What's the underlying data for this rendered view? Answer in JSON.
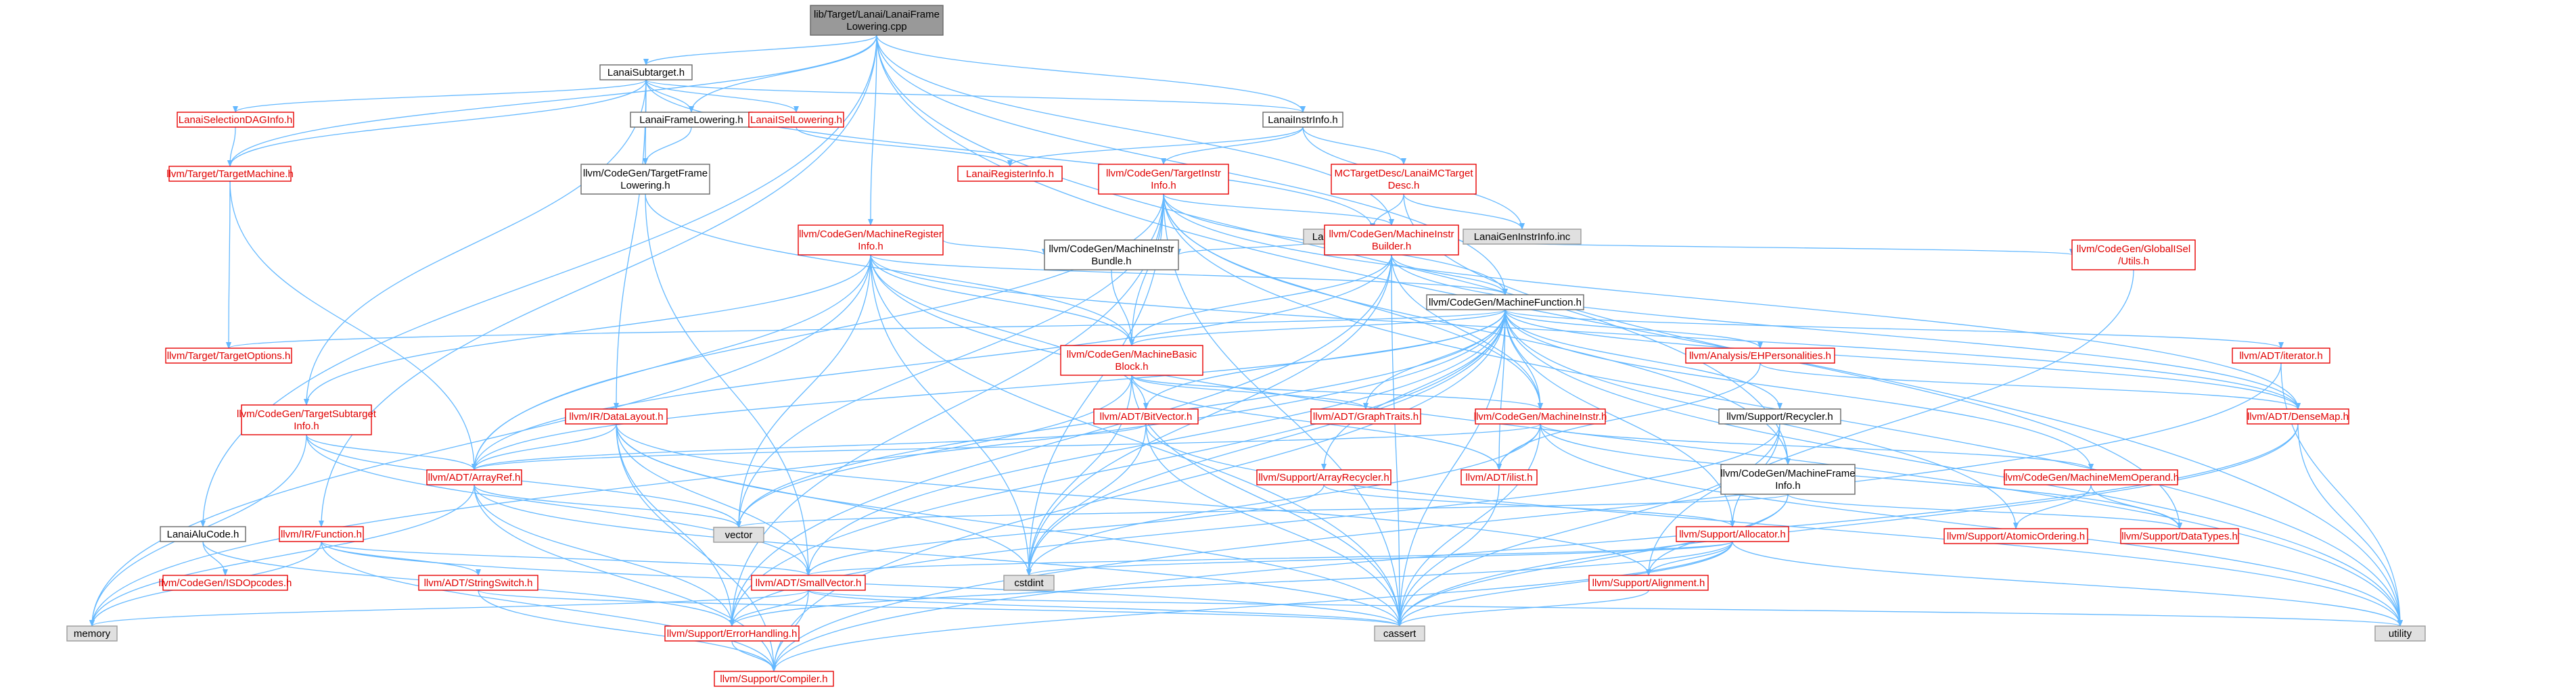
{
  "colors": {
    "edge": "#63b8ff",
    "edge_dark": "#4d4d4d",
    "red_border": "#e60000",
    "gray_fill": "#e0e0e0",
    "root_fill": "#999999"
  },
  "nodes": [
    {
      "id": "root",
      "style": "root",
      "lines": [
        "lib/Target/Lanai/LanaiFrame",
        "Lowering.cpp"
      ]
    },
    {
      "id": "subtarget",
      "style": "black",
      "lines": [
        "LanaiSubtarget.h"
      ]
    },
    {
      "id": "instrinfo",
      "style": "black",
      "lines": [
        "LanaiInstrInfo.h"
      ]
    },
    {
      "id": "framelowering_h",
      "style": "black",
      "lines": [
        "LanaiFrameLowering.h"
      ]
    },
    {
      "id": "selldaginfo",
      "style": "red",
      "lines": [
        "LanaiSelectionDAGInfo.h"
      ]
    },
    {
      "id": "isellowering",
      "style": "red",
      "lines": [
        "LanaiISelLowering.h"
      ]
    },
    {
      "id": "targetmachine",
      "style": "red",
      "lines": [
        "llvm/Target/TargetMachine.h"
      ]
    },
    {
      "id": "tgtframelowering",
      "style": "black",
      "lines": [
        "llvm/CodeGen/TargetFrame",
        "Lowering.h"
      ]
    },
    {
      "id": "reginfo",
      "style": "red",
      "lines": [
        "LanaiRegisterInfo.h"
      ]
    },
    {
      "id": "tgtinstrinfo",
      "style": "red",
      "lines": [
        "llvm/CodeGen/TargetInstr",
        "Info.h"
      ]
    },
    {
      "id": "mctargetdesc",
      "style": "red",
      "lines": [
        "MCTargetDesc/LanaiMCTarget",
        "Desc.h"
      ]
    },
    {
      "id": "gensubtgt",
      "style": "gray",
      "lines": [
        "LanaiGenSubtargetInfo.inc"
      ]
    },
    {
      "id": "geninstr",
      "style": "gray",
      "lines": [
        "LanaiGenInstrInfo.inc"
      ]
    },
    {
      "id": "mreginfo",
      "style": "red",
      "lines": [
        "llvm/CodeGen/MachineRegister",
        "Info.h"
      ]
    },
    {
      "id": "minstrbuilder",
      "style": "red",
      "lines": [
        "llvm/CodeGen/MachineInstr",
        "Builder.h"
      ]
    },
    {
      "id": "globalisel",
      "style": "red",
      "lines": [
        "llvm/CodeGen/GlobalISel",
        "/Utils.h"
      ]
    },
    {
      "id": "minstrbundle",
      "style": "black",
      "lines": [
        "llvm/CodeGen/MachineInstr",
        "Bundle.h"
      ]
    },
    {
      "id": "mfunction",
      "style": "black",
      "lines": [
        "llvm/CodeGen/MachineFunction.h"
      ]
    },
    {
      "id": "targetoptions",
      "style": "red",
      "lines": [
        "llvm/Target/TargetOptions.h"
      ]
    },
    {
      "id": "mbasicblock",
      "style": "red",
      "lines": [
        "llvm/CodeGen/MachineBasic",
        "Block.h"
      ]
    },
    {
      "id": "ehpersonalities",
      "style": "red",
      "lines": [
        "llvm/Analysis/EHPersonalities.h"
      ]
    },
    {
      "id": "adtiterator",
      "style": "red",
      "lines": [
        "llvm/ADT/iterator.h"
      ]
    },
    {
      "id": "tgtsubtgtinfo",
      "style": "red",
      "lines": [
        "llvm/CodeGen/TargetSubtarget",
        "Info.h"
      ]
    },
    {
      "id": "datalayout",
      "style": "red",
      "lines": [
        "llvm/IR/DataLayout.h"
      ]
    },
    {
      "id": "bitvector",
      "style": "red",
      "lines": [
        "llvm/ADT/BitVector.h"
      ]
    },
    {
      "id": "graphtraits",
      "style": "red",
      "lines": [
        "llvm/ADT/GraphTraits.h"
      ]
    },
    {
      "id": "minstr",
      "style": "red",
      "lines": [
        "llvm/CodeGen/MachineInstr.h"
      ]
    },
    {
      "id": "recycler",
      "style": "black",
      "lines": [
        "llvm/Support/Recycler.h"
      ]
    },
    {
      "id": "densemap",
      "style": "red",
      "lines": [
        "llvm/ADT/DenseMap.h"
      ]
    },
    {
      "id": "arrayref",
      "style": "red",
      "lines": [
        "llvm/ADT/ArrayRef.h"
      ]
    },
    {
      "id": "ilist",
      "style": "red",
      "lines": [
        "llvm/ADT/ilist.h"
      ]
    },
    {
      "id": "arrayrecycler",
      "style": "red",
      "lines": [
        "llvm/Support/ArrayRecycler.h"
      ]
    },
    {
      "id": "mframeinfo",
      "style": "black",
      "lines": [
        "llvm/CodeGen/MachineFrame",
        "Info.h"
      ]
    },
    {
      "id": "mmemoperand",
      "style": "red",
      "lines": [
        "llvm/CodeGen/MachineMemOperand.h"
      ]
    },
    {
      "id": "vector",
      "style": "gray",
      "lines": [
        "vector"
      ]
    },
    {
      "id": "aluecode",
      "style": "black",
      "lines": [
        "LanaiAluCode.h"
      ]
    },
    {
      "id": "irfunction",
      "style": "red",
      "lines": [
        "llvm/IR/Function.h"
      ]
    },
    {
      "id": "allocator",
      "style": "red",
      "lines": [
        "llvm/Support/Allocator.h"
      ]
    },
    {
      "id": "atomicordering",
      "style": "red",
      "lines": [
        "llvm/Support/AtomicOrdering.h"
      ]
    },
    {
      "id": "datatypes",
      "style": "red",
      "lines": [
        "llvm/Support/DataTypes.h"
      ]
    },
    {
      "id": "isdopcodes",
      "style": "red",
      "lines": [
        "llvm/CodeGen/ISDOpcodes.h"
      ]
    },
    {
      "id": "stringswitch",
      "style": "red",
      "lines": [
        "llvm/ADT/StringSwitch.h"
      ]
    },
    {
      "id": "smallvector",
      "style": "red",
      "lines": [
        "llvm/ADT/SmallVector.h"
      ]
    },
    {
      "id": "cstdint",
      "style": "gray",
      "lines": [
        "cstdint"
      ]
    },
    {
      "id": "alignment",
      "style": "red",
      "lines": [
        "llvm/Support/Alignment.h"
      ]
    },
    {
      "id": "memory",
      "style": "gray",
      "lines": [
        "memory"
      ]
    },
    {
      "id": "errorhandling",
      "style": "red",
      "lines": [
        "llvm/Support/ErrorHandling.h"
      ]
    },
    {
      "id": "cassert",
      "style": "gray",
      "lines": [
        "cassert"
      ]
    },
    {
      "id": "utility",
      "style": "gray",
      "lines": [
        "utility"
      ]
    },
    {
      "id": "compiler",
      "style": "red",
      "lines": [
        "llvm/Support/Compiler.h"
      ]
    }
  ],
  "edges": [
    [
      "root",
      "subtarget"
    ],
    [
      "root",
      "framelowering_h"
    ],
    [
      "root",
      "instrinfo"
    ],
    [
      "root",
      "aluecode"
    ],
    [
      "root",
      "irfunction"
    ],
    [
      "root",
      "mreginfo"
    ],
    [
      "root",
      "minstrbuilder"
    ],
    [
      "root",
      "mfunction"
    ],
    [
      "root",
      "mframeinfo"
    ],
    [
      "root",
      "utility"
    ],
    [
      "root",
      "targetmachine"
    ],
    [
      "subtarget",
      "framelowering_h"
    ],
    [
      "subtarget",
      "instrinfo"
    ],
    [
      "subtarget",
      "selldaginfo"
    ],
    [
      "subtarget",
      "isellowering"
    ],
    [
      "subtarget",
      "tgtframelowering"
    ],
    [
      "subtarget",
      "tgtsubtgtinfo"
    ],
    [
      "subtarget",
      "datalayout"
    ],
    [
      "subtarget",
      "gensubtgt"
    ],
    [
      "subtarget",
      "targetmachine"
    ],
    [
      "framelowering_h",
      "tgtframelowering"
    ],
    [
      "selldaginfo",
      "targetmachine"
    ],
    [
      "isellowering",
      "reginfo"
    ],
    [
      "instrinfo",
      "reginfo"
    ],
    [
      "instrinfo",
      "tgtinstrinfo"
    ],
    [
      "instrinfo",
      "mctargetdesc"
    ],
    [
      "instrinfo",
      "geninstr"
    ],
    [
      "targetmachine",
      "targetoptions"
    ],
    [
      "targetmachine",
      "arrayref"
    ],
    [
      "tgtframelowering",
      "mbasicblock"
    ],
    [
      "tgtframelowering",
      "smallvector"
    ],
    [
      "tgtinstrinfo",
      "minstrbuilder"
    ],
    [
      "tgtinstrinfo",
      "mbasicblock"
    ],
    [
      "tgtinstrinfo",
      "mfunction"
    ],
    [
      "tgtinstrinfo",
      "minstr"
    ],
    [
      "tgtinstrinfo",
      "arrayref"
    ],
    [
      "tgtinstrinfo",
      "densemap"
    ],
    [
      "tgtinstrinfo",
      "vector"
    ],
    [
      "tgtinstrinfo",
      "cstdint"
    ],
    [
      "tgtinstrinfo",
      "cassert"
    ],
    [
      "tgtinstrinfo",
      "utility"
    ],
    [
      "tgtinstrinfo",
      "errorhandling"
    ],
    [
      "tgtinstrinfo",
      "mframeinfo"
    ],
    [
      "mctargetdesc",
      "datatypes"
    ],
    [
      "mctargetdesc",
      "gensubtgt"
    ],
    [
      "mctargetdesc",
      "geninstr"
    ],
    [
      "mreginfo",
      "minstrbundle"
    ],
    [
      "mreginfo",
      "mbasicblock"
    ],
    [
      "mreginfo",
      "mfunction"
    ],
    [
      "mreginfo",
      "bitvector"
    ],
    [
      "mreginfo",
      "arrayref"
    ],
    [
      "mreginfo",
      "vector"
    ],
    [
      "mreginfo",
      "memory"
    ],
    [
      "mreginfo",
      "cassert"
    ],
    [
      "mreginfo",
      "cstdint"
    ],
    [
      "mreginfo",
      "utility"
    ],
    [
      "mreginfo",
      "densemap"
    ],
    [
      "mreginfo",
      "tgtsubtgtinfo"
    ],
    [
      "minstrbuilder",
      "minstrbundle"
    ],
    [
      "minstrbuilder",
      "mbasicblock"
    ],
    [
      "minstrbuilder",
      "mfunction"
    ],
    [
      "minstrbuilder",
      "minstr"
    ],
    [
      "minstrbuilder",
      "globalisel"
    ],
    [
      "minstrbuilder",
      "errorhandling"
    ],
    [
      "minstrbuilder",
      "cstdint"
    ],
    [
      "minstrbuilder",
      "arrayref"
    ],
    [
      "minstrbuilder",
      "cassert"
    ],
    [
      "minstrbuilder",
      "densemap"
    ],
    [
      "globalisel",
      "alignment"
    ],
    [
      "minstrbundle",
      "mbasicblock"
    ],
    [
      "mfunction",
      "targetoptions"
    ],
    [
      "mfunction",
      "mbasicblock"
    ],
    [
      "mfunction",
      "ehpersonalities"
    ],
    [
      "mfunction",
      "adtiterator"
    ],
    [
      "mfunction",
      "densemap"
    ],
    [
      "mfunction",
      "minstr"
    ],
    [
      "mfunction",
      "bitvector"
    ],
    [
      "mfunction",
      "graphtraits"
    ],
    [
      "mfunction",
      "recycler"
    ],
    [
      "mfunction",
      "arrayrecycler"
    ],
    [
      "mfunction",
      "ilist"
    ],
    [
      "mfunction",
      "allocator"
    ],
    [
      "mfunction",
      "mmemoperand"
    ],
    [
      "mfunction",
      "atomicordering"
    ],
    [
      "mfunction",
      "smallvector"
    ],
    [
      "mfunction",
      "arrayref"
    ],
    [
      "mfunction",
      "vector"
    ],
    [
      "mfunction",
      "cstdint"
    ],
    [
      "mfunction",
      "cassert"
    ],
    [
      "mfunction",
      "utility"
    ],
    [
      "mfunction",
      "compiler"
    ],
    [
      "mfunction",
      "memory"
    ],
    [
      "mfunction",
      "errorhandling"
    ],
    [
      "mbasicblock",
      "minstr"
    ],
    [
      "mbasicblock",
      "graphtraits"
    ],
    [
      "mbasicblock",
      "ilist"
    ],
    [
      "mbasicblock",
      "vector"
    ],
    [
      "mbasicblock",
      "cstdint"
    ],
    [
      "mbasicblock",
      "cassert"
    ],
    [
      "ehpersonalities",
      "densemap"
    ],
    [
      "ehpersonalities",
      "ilist"
    ],
    [
      "adtiterator",
      "utility"
    ],
    [
      "adtiterator",
      "compiler"
    ],
    [
      "tgtsubtgtinfo",
      "arrayref"
    ],
    [
      "tgtsubtgtinfo",
      "memory"
    ],
    [
      "tgtsubtgtinfo",
      "vector"
    ],
    [
      "tgtsubtgtinfo",
      "smallvector"
    ],
    [
      "datalayout",
      "arrayref"
    ],
    [
      "datalayout",
      "smallvector"
    ],
    [
      "datalayout",
      "cstdint"
    ],
    [
      "datalayout",
      "alignment"
    ],
    [
      "datalayout",
      "errorhandling"
    ],
    [
      "datalayout",
      "cassert"
    ],
    [
      "datalayout",
      "compiler"
    ],
    [
      "bitvector",
      "arrayref"
    ],
    [
      "bitvector",
      "cstdint"
    ],
    [
      "bitvector",
      "cassert"
    ],
    [
      "bitvector",
      "utility"
    ],
    [
      "minstr",
      "ilist"
    ],
    [
      "minstr",
      "arrayref"
    ],
    [
      "minstr",
      "mmemoperand"
    ],
    [
      "minstr",
      "cassert"
    ],
    [
      "minstr",
      "cstdint"
    ],
    [
      "minstr",
      "utility"
    ],
    [
      "minstr",
      "datatypes"
    ],
    [
      "recycler",
      "allocator"
    ],
    [
      "recycler",
      "errorhandling"
    ],
    [
      "recycler",
      "cassert"
    ],
    [
      "densemap",
      "utility"
    ],
    [
      "densemap",
      "cassert"
    ],
    [
      "densemap",
      "compiler"
    ],
    [
      "arrayref",
      "vector"
    ],
    [
      "arrayref",
      "memory"
    ],
    [
      "arrayref",
      "cassert"
    ],
    [
      "arrayref",
      "errorhandling"
    ],
    [
      "arrayref",
      "compiler"
    ],
    [
      "ilist",
      "cassert"
    ],
    [
      "arrayrecycler",
      "allocator"
    ],
    [
      "arrayrecycler",
      "smallvector"
    ],
    [
      "mframeinfo",
      "alignment"
    ],
    [
      "mframeinfo",
      "datatypes"
    ],
    [
      "mframeinfo",
      "vector"
    ],
    [
      "mframeinfo",
      "cassert"
    ],
    [
      "mmemoperand",
      "atomicordering"
    ],
    [
      "mmemoperand",
      "datatypes"
    ],
    [
      "aluecode",
      "isdopcodes"
    ],
    [
      "aluecode",
      "errorhandling"
    ],
    [
      "irfunction",
      "stringswitch"
    ],
    [
      "irfunction",
      "smallvector"
    ],
    [
      "irfunction",
      "memory"
    ],
    [
      "irfunction",
      "cassert"
    ],
    [
      "irfunction",
      "compiler"
    ],
    [
      "allocator",
      "alignment"
    ],
    [
      "allocator",
      "smallvector"
    ],
    [
      "allocator",
      "errorhandling"
    ],
    [
      "allocator",
      "cassert"
    ],
    [
      "allocator",
      "compiler"
    ],
    [
      "allocator",
      "utility"
    ],
    [
      "allocator",
      "cstdint"
    ],
    [
      "stringswitch",
      "compiler"
    ],
    [
      "stringswitch",
      "cassert"
    ],
    [
      "smallvector",
      "errorhandling"
    ],
    [
      "smallvector",
      "compiler"
    ],
    [
      "smallvector",
      "memory"
    ],
    [
      "smallvector",
      "cassert"
    ],
    [
      "smallvector",
      "utility"
    ],
    [
      "alignment",
      "cassert"
    ],
    [
      "errorhandling",
      "compiler"
    ]
  ]
}
